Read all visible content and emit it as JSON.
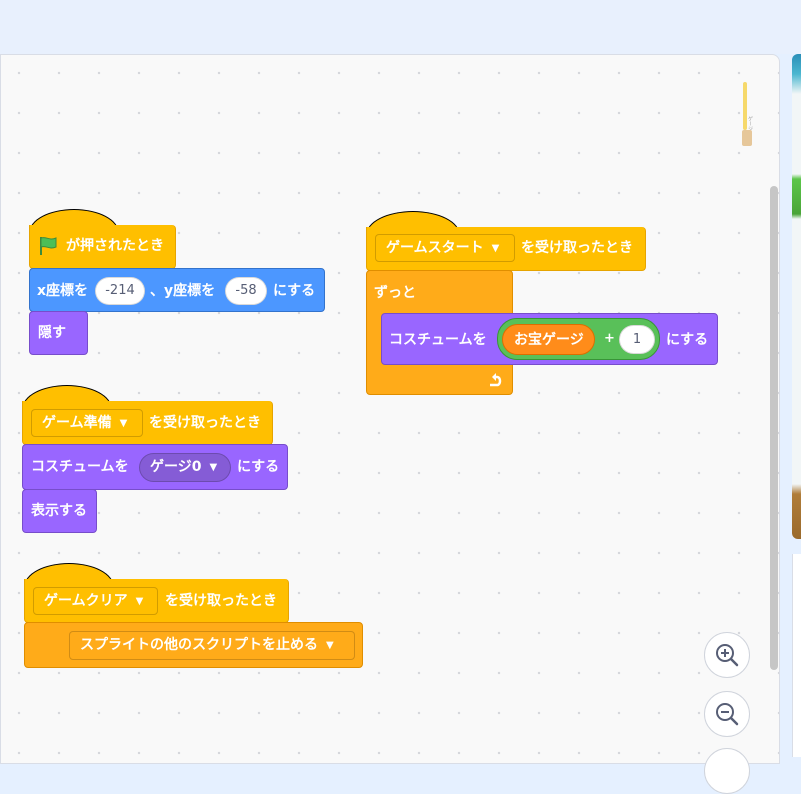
{
  "scripts": {
    "flag_script": {
      "hat_label": "が押されたとき",
      "goto_prefix": "x座標を",
      "goto_x": "-214",
      "goto_mid": "、y座標を",
      "goto_y": "-58",
      "goto_suffix": "にする",
      "hide_label": "隠す"
    },
    "game_prep": {
      "message": "ゲーム準備",
      "hat_suffix": "を受け取ったとき",
      "costume_prefix": "コスチュームを",
      "costume_value": "ゲージ0",
      "costume_suffix": "にする",
      "show_label": "表示する"
    },
    "game_clear": {
      "message": "ゲームクリア",
      "hat_suffix": "を受け取ったとき",
      "stop_option": "スプライトの他のスクリプトを止める"
    },
    "game_start": {
      "message": "ゲームスタート",
      "hat_suffix": "を受け取ったとき",
      "forever_label": "ずっと",
      "costume_prefix": "コスチュームを",
      "variable": "お宝ゲージ",
      "operator": "+",
      "operand": "1",
      "costume_suffix": "にする"
    }
  },
  "colors": {
    "events": "#ffbf00",
    "control": "#ffab19",
    "motion": "#4c97ff",
    "looks": "#9966ff",
    "operators": "#59c059",
    "variables": "#ff8c1a"
  },
  "icons": {
    "green_flag": "green-flag-icon",
    "loop_arrow": "loop-arrow-icon",
    "zoom_in": "zoom-in-icon",
    "zoom_out": "zoom-out-icon"
  }
}
